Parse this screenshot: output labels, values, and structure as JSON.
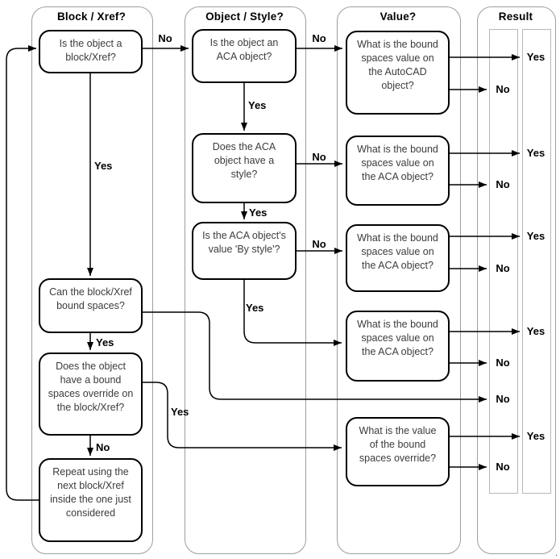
{
  "diagram": {
    "columns": {
      "col1": "Block / Xref?",
      "col2": "Object / Style?",
      "col3": "Value?",
      "col4": "Result"
    },
    "boxes": {
      "is_block_xref": "Is the object a\nblock/Xref?",
      "can_bound_spaces": "Can the block/Xref\nbound spaces?",
      "has_override": "Does the object\nhave a bound\nspaces override on\nthe block/Xref?",
      "repeat_next": "Repeat using the\nnext block/Xref\ninside the one just\nconsidered",
      "is_aca_object": "Is the object an\nACA object?",
      "has_style": "Does the ACA\nobject have a\nstyle?",
      "is_by_style": "Is the ACA object's\nvalue 'By style'?",
      "value_autocad": "What is the bound\nspaces value on\nthe AutoCAD\nobject?",
      "value_aca": "What is the bound\nspaces value on\nthe ACA object?",
      "value_override": "What is the value\nof the bound\nspaces override?"
    },
    "edge_labels": {
      "yes": "Yes",
      "no": "No"
    },
    "colors": {
      "background": "#ffffff",
      "container_border": "#9e9e9e",
      "strip_border": "#b6b6b6",
      "box_border": "#000000",
      "box_text": "#3c3c3c",
      "wire": "#000000"
    },
    "footer_dot": "."
  }
}
